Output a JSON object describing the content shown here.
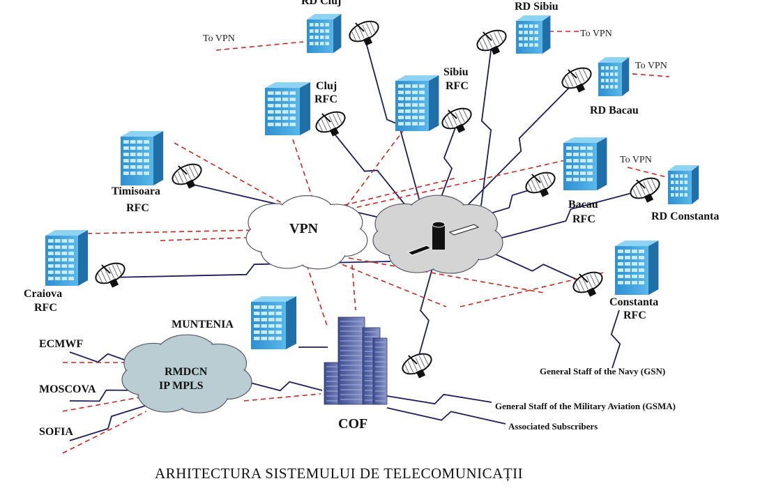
{
  "diagram": {
    "title": "ARHITECTURA SISTEMULUI DE TELECOMUNICAȚII",
    "clouds": {
      "vpn": "VPN",
      "rmdcn_line1": "RMDCN",
      "rmdcn_line2": "IP  MPLS",
      "satellite_hub": "satellite-hub-icon"
    },
    "nodes": {
      "rd_cluj": "RD Cluj",
      "rd_sibiu": "RD Sibiu",
      "rd_bacau": "RD  Bacau",
      "rd_constanta": "RD Constanta",
      "cluj_rfc": [
        "Cluj",
        "RFC"
      ],
      "sibiu_rfc": [
        "Sibiu",
        "RFC"
      ],
      "timisoara_rfc": [
        "Timisoara",
        "RFC"
      ],
      "bacau_rfc": [
        "Bacau",
        "RFC"
      ],
      "craiova_rfc": [
        "Craiova",
        "RFC"
      ],
      "constanta_rfc": [
        "Constanta",
        "RFC"
      ],
      "muntenia": "MUNTENIA",
      "cof": "COF"
    },
    "to_vpn": "To VPN",
    "external": {
      "ecmwf": "ECMWF",
      "moscova": "MOSCOVA",
      "sofia": "SOFIA",
      "gsn": "General Staff of the Navy (GSN)",
      "gsma": "General Staff of the Military Aviation (GSMA)",
      "subscribers": "Associated Subscribers"
    },
    "colors": {
      "radio_link": "#1c1c5e",
      "vpn_link": "#c8281e",
      "building": "#3fa3dc",
      "cloud_gray": "#d4d4d4",
      "cloud_rmdcn": "#b9cdd3",
      "cof_tower": "#5a6aa8"
    }
  }
}
